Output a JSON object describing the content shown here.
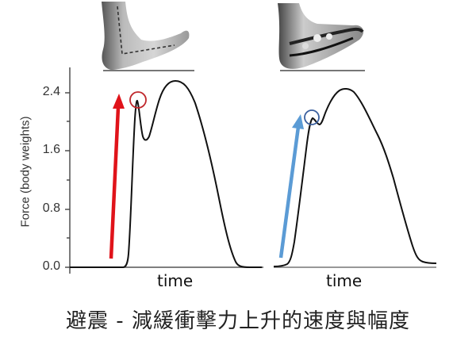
{
  "chart_data": [
    {
      "type": "line",
      "panel": "barefoot",
      "title": "",
      "xlabel": "time",
      "ylabel": "Force (body weights)",
      "yticks": [
        0.0,
        0.8,
        1.6,
        2.4
      ],
      "ylim": [
        0,
        2.7
      ],
      "grid": false,
      "points": [
        {
          "t": 0.0,
          "f": 0.0
        },
        {
          "t": 0.29,
          "f": 0.0
        },
        {
          "t": 0.32,
          "f": 0.2
        },
        {
          "t": 0.36,
          "f": 1.8
        },
        {
          "t": 0.4,
          "f": 2.24
        },
        {
          "t": 0.44,
          "f": 1.78
        },
        {
          "t": 0.52,
          "f": 2.3
        },
        {
          "t": 0.55,
          "f": 2.55
        },
        {
          "t": 0.7,
          "f": 2.3
        },
        {
          "t": 0.85,
          "f": 1.2
        },
        {
          "t": 0.95,
          "f": 0.1
        },
        {
          "t": 1.0,
          "f": 0.0
        }
      ],
      "annotations": [
        {
          "type": "arrow",
          "color": "#e0131a",
          "meaning": "steep loading rate"
        },
        {
          "type": "circle",
          "color": "#c0282c",
          "target": "impact peak",
          "value": 2.24
        }
      ],
      "impact_peak": 2.24,
      "active_peak": 2.55
    },
    {
      "type": "line",
      "panel": "shod",
      "title": "",
      "xlabel": "time",
      "ylabel": "Force (body weights)",
      "yticks": [
        0.0,
        0.8,
        1.6,
        2.4
      ],
      "ylim": [
        0,
        2.7
      ],
      "grid": false,
      "points": [
        {
          "t": 0.0,
          "f": 0.0
        },
        {
          "t": 0.12,
          "f": 0.05
        },
        {
          "t": 0.2,
          "f": 0.6
        },
        {
          "t": 0.25,
          "f": 2.04
        },
        {
          "t": 0.29,
          "f": 1.96
        },
        {
          "t": 0.36,
          "f": 2.3
        },
        {
          "t": 0.45,
          "f": 2.45
        },
        {
          "t": 0.62,
          "f": 2.1
        },
        {
          "t": 0.78,
          "f": 1.0
        },
        {
          "t": 0.88,
          "f": 0.1
        },
        {
          "t": 1.0,
          "f": 0.0
        }
      ],
      "annotations": [
        {
          "type": "arrow",
          "color": "#5b9bd5",
          "meaning": "gentler loading rate"
        },
        {
          "type": "circle",
          "color": "#3a5f9e",
          "target": "impact peak",
          "value": 2.04
        }
      ],
      "impact_peak": 2.04,
      "active_peak": 2.45
    }
  ],
  "axis": {
    "ylabel": "Force (body weights)",
    "ticks": [
      "2.4",
      "1.6",
      "0.8",
      "0.0"
    ]
  },
  "panels": [
    {
      "xlabel": "time",
      "illustration": "barefoot-foot-icon"
    },
    {
      "xlabel": "time",
      "illustration": "running-shoe-foot-icon"
    }
  ],
  "caption": "避震 - 減緩衝擊力上升的速度與幅度",
  "colors": {
    "curve": "#111111",
    "axis": "#444444",
    "barefoot_arrow": "#e0131a",
    "barefoot_circle": "#c0282c",
    "shod_arrow": "#5b9bd5",
    "shod_circle": "#3a5f9e"
  }
}
